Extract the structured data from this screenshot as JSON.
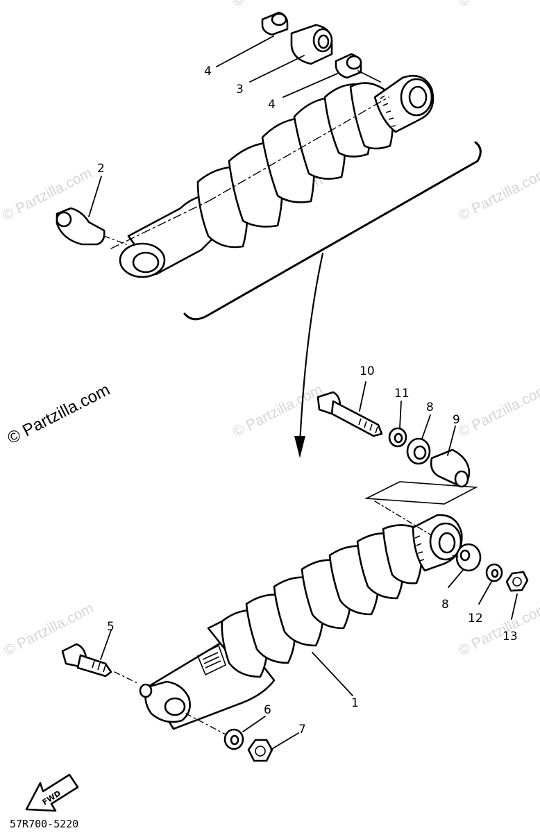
{
  "watermark": "© Partzilla.com",
  "callouts": {
    "c1": "1",
    "c2": "2",
    "c3": "3",
    "c4a": "4",
    "c4b": "4",
    "c5": "5",
    "c6": "6",
    "c7": "7",
    "c8a": "8",
    "c8b": "8",
    "c9": "9",
    "c10": "10",
    "c11": "11",
    "c12": "12",
    "c13": "13"
  },
  "direction_label": "FWD",
  "diagram_code": "57R700-5220"
}
